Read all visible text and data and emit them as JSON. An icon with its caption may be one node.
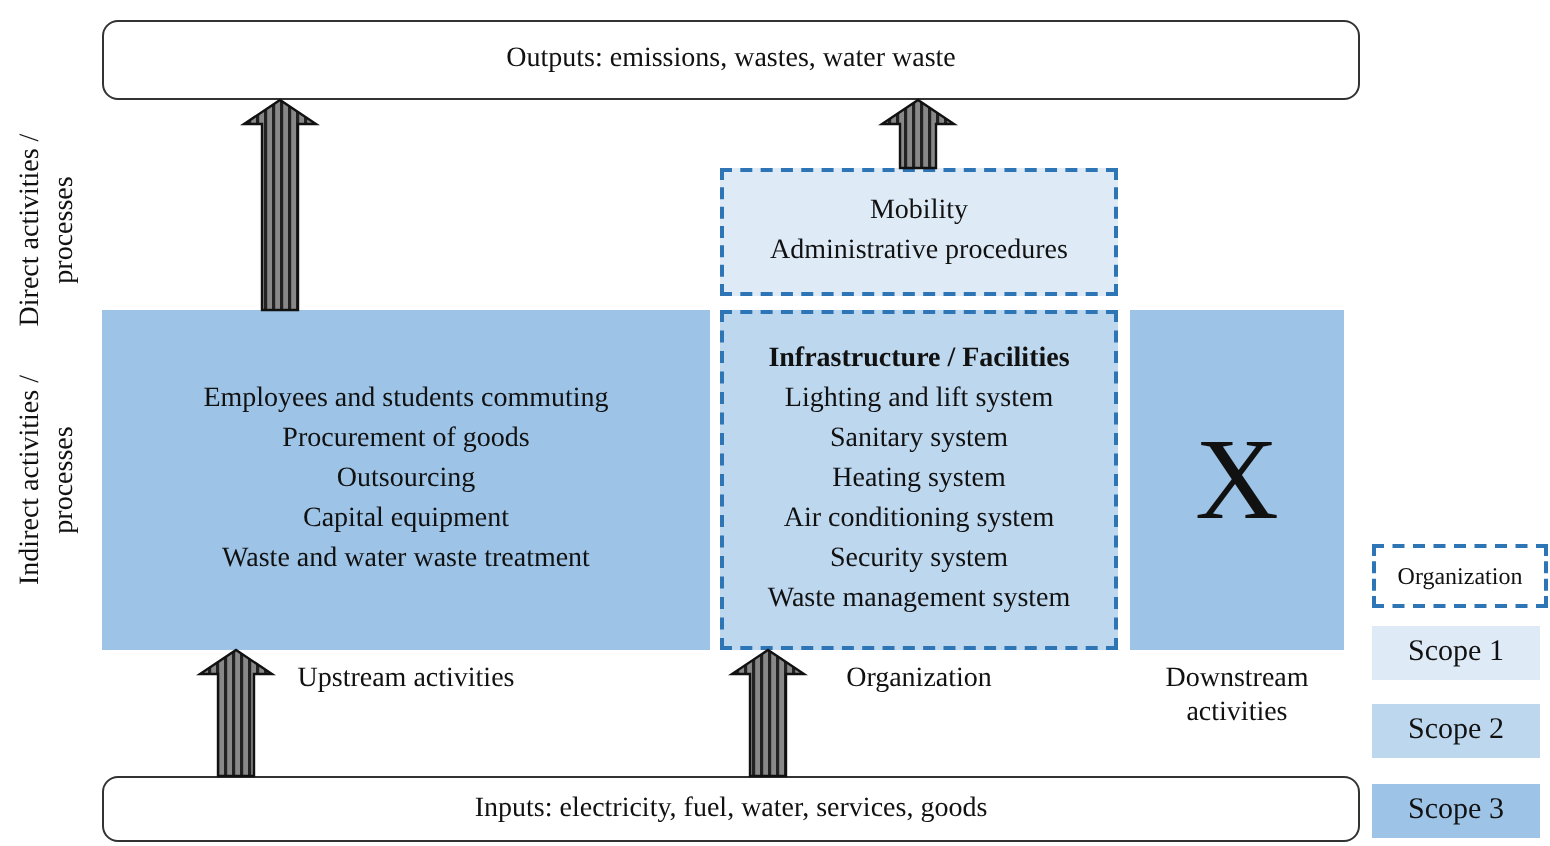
{
  "diagram": {
    "nodes": [
      {
        "text": [
          "Outputs: emissions, wastes, water waste"
        ]
      },
      {
        "text": [
          "Mobility",
          "Administrative procedures"
        ]
      },
      {
        "text": [
          "Employees and students commuting",
          "Procurement of goods",
          "Outsourcing",
          "Capital equipment",
          "Waste and water waste treatment"
        ],
        "beside": [
          "Upstream activities"
        ]
      },
      {
        "text": [
          "Infrastructure / Facilities",
          "Lighting and lift system",
          "Sanitary system",
          "Heating system",
          "Air conditioning system",
          "Security system",
          "Waste management system"
        ],
        "beside": [
          "Organization"
        ]
      },
      {
        "text": [
          "X"
        ],
        "beside": [
          "Downstream activities"
        ]
      },
      {
        "text": [
          "Inputs: electricity, fuel, water, services, goods"
        ]
      }
    ],
    "edges": [
      {
        "from": 2,
        "to": 0,
        "arrow": "to"
      },
      {
        "from": 1,
        "to": 0,
        "arrow": "to"
      },
      {
        "from": 5,
        "to": 2,
        "arrow": "to"
      },
      {
        "from": 5,
        "to": 3,
        "arrow": "to"
      }
    ],
    "labels": [
      "Direct activities / processes",
      "Indirect activities / processes"
    ],
    "legend": [
      {
        "text": "Organization"
      },
      {
        "text": "Scope 1",
        "color": "#deebf7"
      },
      {
        "text": "Scope 2",
        "color": "#bdd7ee"
      },
      {
        "text": "Scope 3",
        "color": "#9dc3e6"
      }
    ]
  }
}
